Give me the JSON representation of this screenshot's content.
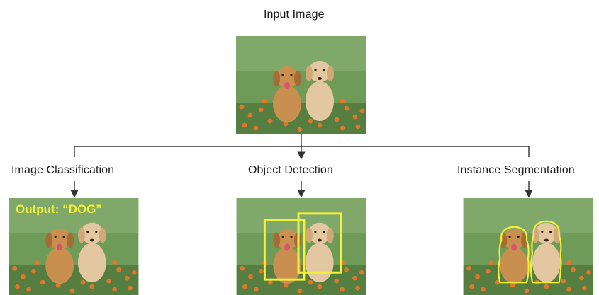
{
  "title": "Input Image",
  "branches": [
    {
      "label": "Image Classification",
      "output": "Output: “DOG”"
    },
    {
      "label": "Object Detection"
    },
    {
      "label": "Instance Segmentation"
    }
  ],
  "colors": {
    "annotation": "#f2f23a",
    "line": "#333333",
    "grass": "#5f8a4a",
    "flowers": "#e0782c",
    "dog_left": "#c98f4e",
    "dog_right": "#e2c7a0"
  }
}
